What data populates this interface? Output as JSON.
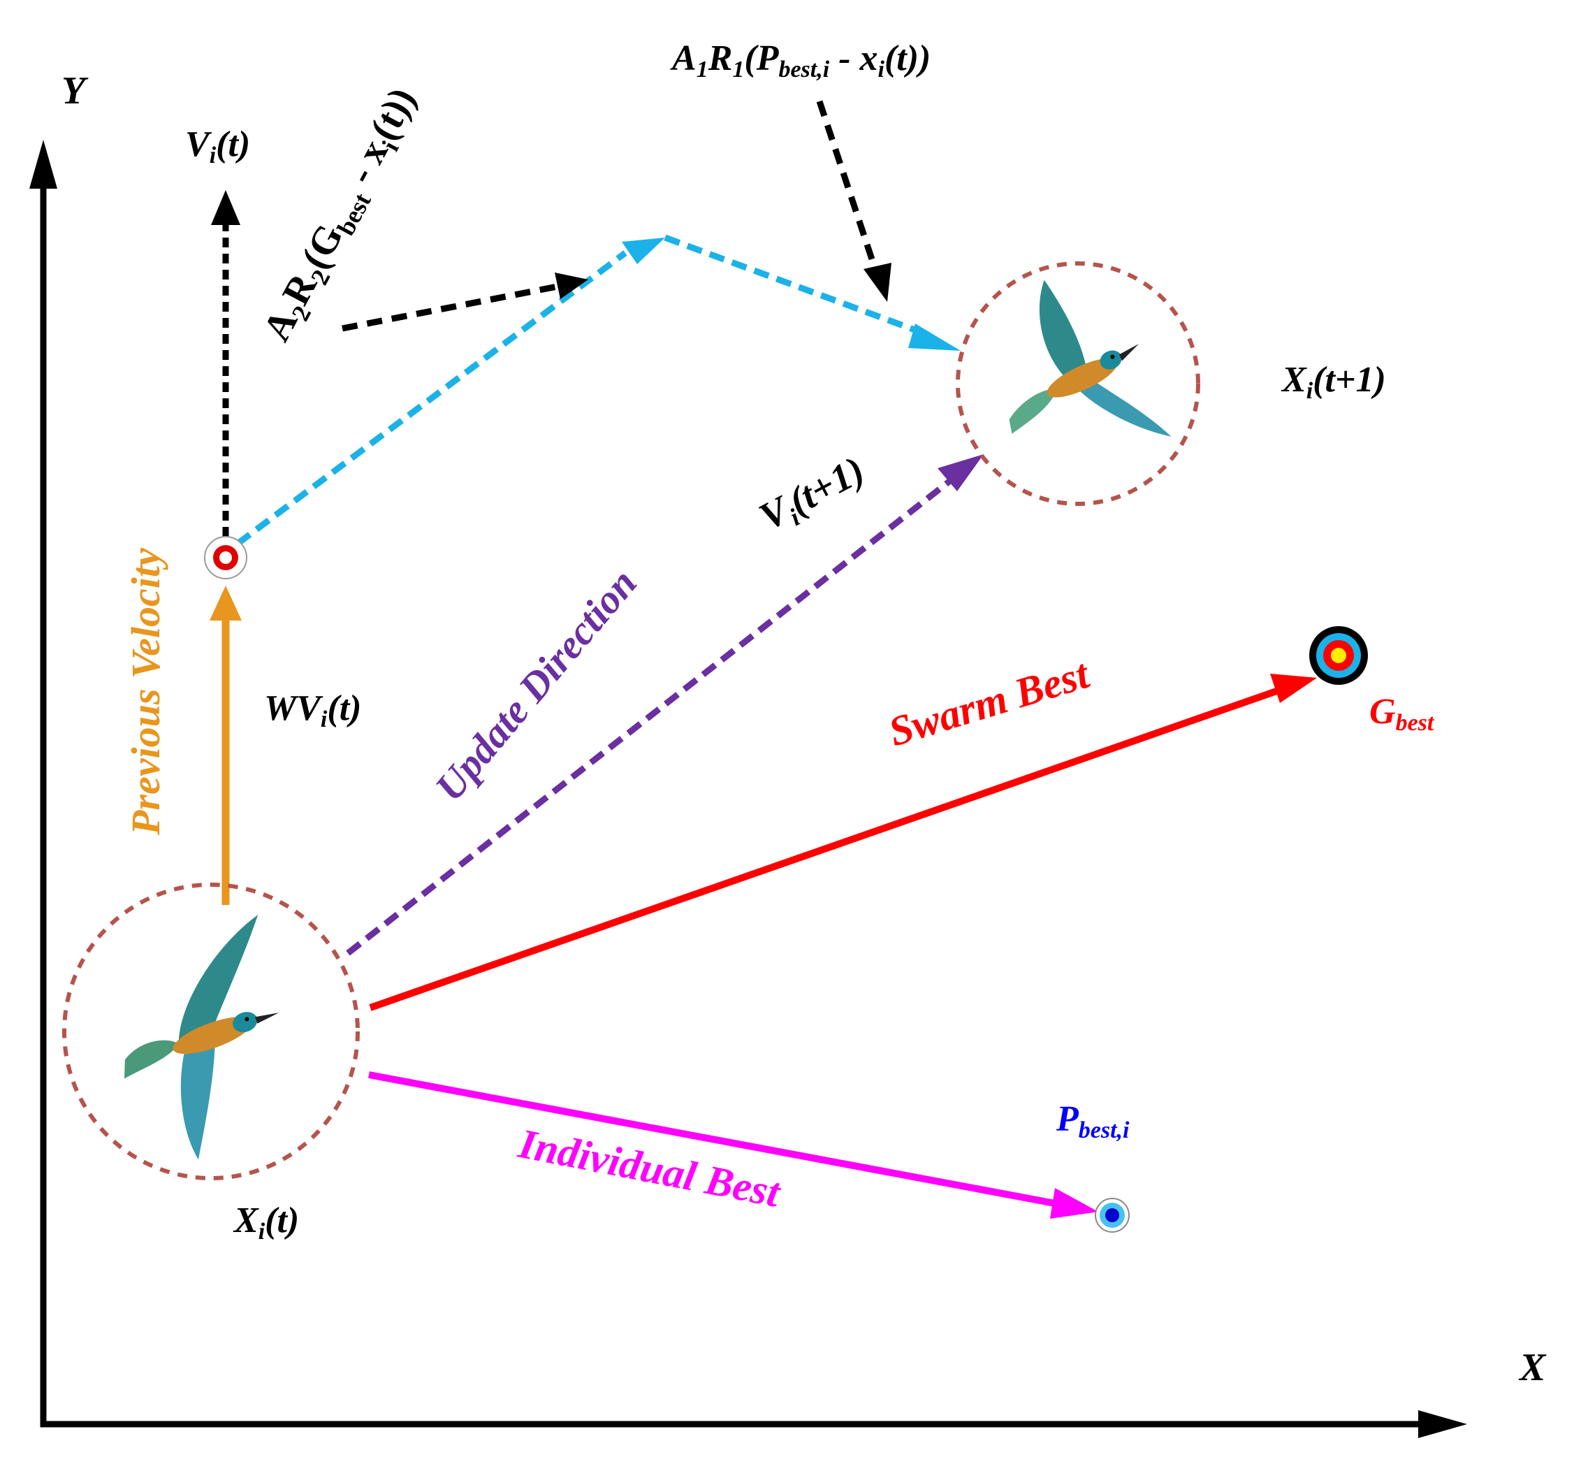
{
  "axes": {
    "y_label": "Y",
    "x_label": "X"
  },
  "labels": {
    "vi_t": {
      "main": "V",
      "sub": "i",
      "tail": "(t)"
    },
    "a2r2": {
      "p1": "A",
      "s1": "2",
      "p2": "R",
      "s2": "2",
      "p3": "(G",
      "s3": "best",
      "p4": " - x",
      "s4": "i",
      "p5": "(t))"
    },
    "a1r1": {
      "p1": "A",
      "s1": "1",
      "p2": "R",
      "s2": "1",
      "p3": "(P",
      "s3": "best,i",
      "p4": " - x",
      "s4": "i",
      "p5": "(t))"
    },
    "xi_t1": {
      "main": "X",
      "sub": "i",
      "tail": "(t+1)"
    },
    "vi_t1": {
      "main": "V",
      "sub": "i",
      "tail": "(t+1)"
    },
    "previous_velocity": "Previous Velocity",
    "update_direction": "Update Direction",
    "wvi_t": {
      "main": "WV",
      "sub": "i",
      "tail": "(t)"
    },
    "swarm_best": "Swarm Best",
    "gbest": {
      "main": "G",
      "sub": "best"
    },
    "pbest": {
      "main": "P",
      "sub": "best,i"
    },
    "individual_best": "Individual Best",
    "xi_t": {
      "main": "X",
      "sub": "i",
      "tail": "(t)"
    }
  },
  "colors": {
    "axis": "#000000",
    "previous_velocity": "#E8961E",
    "velocity_black": "#000000",
    "cyan_path": "#1AB2E8",
    "update_direction": "#6A2FA0",
    "swarm_best": "#FF0000",
    "individual_best": "#FF00FF",
    "circle_dashed": "#B5544C",
    "gbest_label": "#FF0000",
    "pbest_label": "#0000FF",
    "bird_wing": "#2E8A8A",
    "bird_body": "#D08A2A"
  }
}
